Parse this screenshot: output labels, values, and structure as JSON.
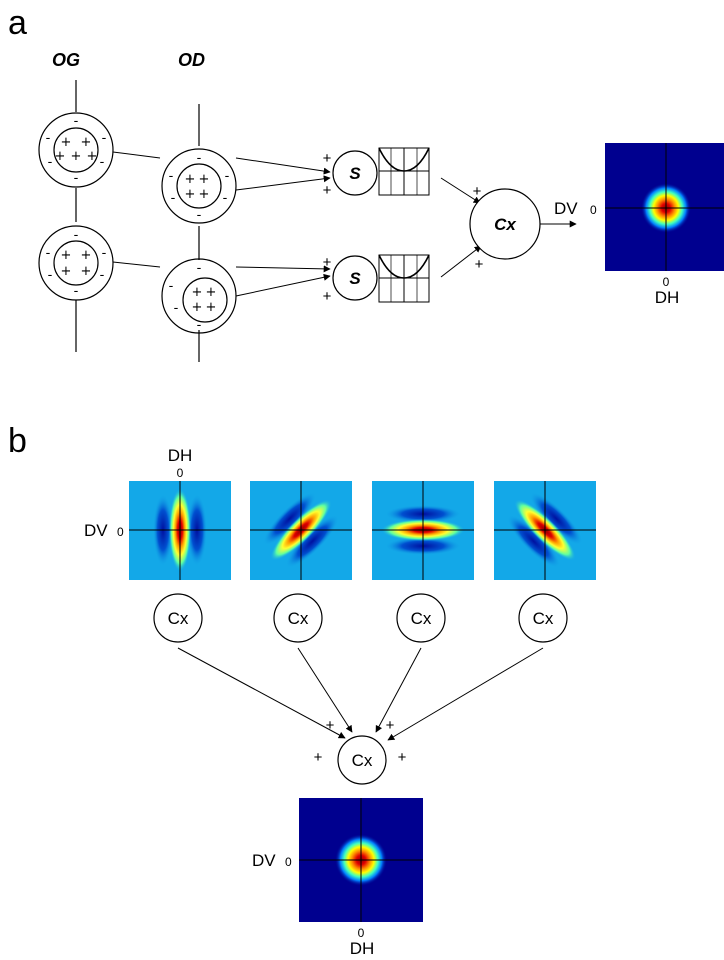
{
  "panel_a": {
    "label": "a",
    "left_eye_label": "OG",
    "right_eye_label": "OD",
    "simple_cell_label": "S",
    "complex_cell_label": "Cx",
    "input_sign": "+",
    "center_sign": "+",
    "surround_sign": "-",
    "output_map": {
      "dv_label": "DV",
      "dh_label": "DH",
      "dv_zero": "0",
      "dh_zero": "0"
    }
  },
  "panel_b": {
    "label": "b",
    "input_cell_label": "Cx",
    "output_cell_label": "Cx",
    "input_sign": "+",
    "input_maps": [
      {
        "orientation": "vertical"
      },
      {
        "orientation": "oblique-right"
      },
      {
        "orientation": "horizontal"
      },
      {
        "orientation": "oblique-left"
      }
    ],
    "first_map_labels": {
      "dv_label": "DV",
      "dh_label": "DH",
      "dv_zero": "0",
      "dh_zero": "0"
    },
    "output_map": {
      "dv_label": "DV",
      "dh_label": "DH",
      "dv_zero": "0",
      "dh_zero": "0"
    }
  },
  "colors": {
    "map_background_a": "#00008f",
    "map_background_b": "#13a8e8",
    "peak": "#8b0000",
    "line": "#000000"
  }
}
